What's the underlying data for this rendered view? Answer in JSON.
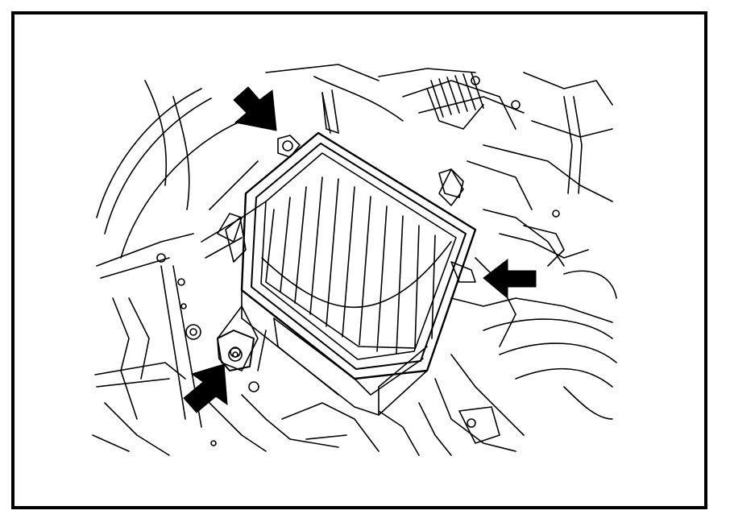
{
  "figure": {
    "subject": "air-cleaner-housing",
    "line_color": "#000000",
    "background_color": "#ffffff",
    "arrows": [
      {
        "id": "arrow-top-left",
        "direction": "down-right"
      },
      {
        "id": "arrow-right",
        "direction": "left"
      },
      {
        "id": "arrow-bottom-left",
        "direction": "up-right"
      }
    ]
  }
}
